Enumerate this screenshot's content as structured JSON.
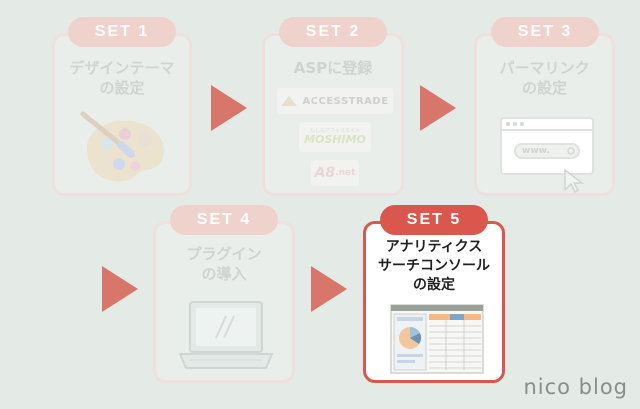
{
  "steps": [
    {
      "badge": "SET 1",
      "title_line1": "デザインテーマ",
      "title_line2": "の設定",
      "icon": "paint-palette-icon"
    },
    {
      "badge": "SET 2",
      "title_line1": "ASPに登録",
      "icon": "asp-logos",
      "logos": {
        "accesstrade": "ACCESSTRADE",
        "moshimo_top": "もしもアフィリエイト",
        "moshimo": "MOSHIMO",
        "a8": "A8",
        "a8_suffix": ".net"
      }
    },
    {
      "badge": "SET 3",
      "title_line1": "パーマリンク",
      "title_line2": "の設定",
      "icon": "browser-cursor-icon",
      "url_text": "www."
    },
    {
      "badge": "SET 4",
      "title_line1": "プラグイン",
      "title_line2": "の導入",
      "icon": "laptop-icon"
    },
    {
      "badge": "SET 5",
      "title_line1": "アナリティクス",
      "title_line2": "サーチコンソール",
      "title_line3": "の設定",
      "icon": "analytics-dashboard-icon",
      "active": true
    }
  ],
  "watermark": "nico blog",
  "colors": {
    "accent": "#d9574c",
    "arrow": "#d9766c",
    "badge_inactive": "#f0d2cd",
    "background": "#e4ebe7"
  }
}
